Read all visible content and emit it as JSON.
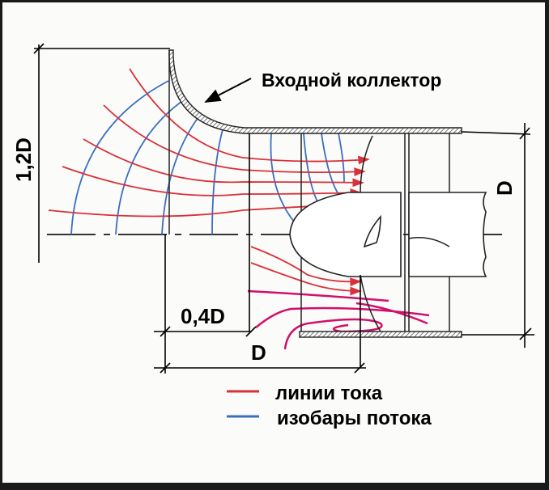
{
  "title_label": "Входной коллектор",
  "dimensions": {
    "height_inlet": "1,2D",
    "diameter_right": "D",
    "offset": "0,4D",
    "length": "D"
  },
  "legend": [
    {
      "label": "линии тока",
      "color": "#d9303a"
    },
    {
      "label": "изобары потока",
      "color": "#3a6fc0"
    }
  ],
  "colors": {
    "streamline": "#d9303a",
    "isobar": "#3a6fc0",
    "recirculation": "#d0106a"
  }
}
